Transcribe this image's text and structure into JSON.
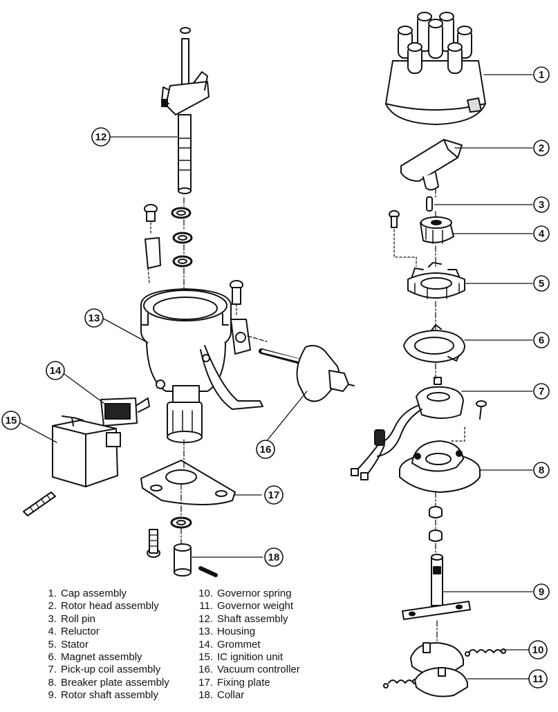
{
  "callouts": [
    "1",
    "2",
    "3",
    "4",
    "5",
    "6",
    "7",
    "8",
    "9",
    "10",
    "11",
    "12",
    "13",
    "14",
    "15",
    "16",
    "17",
    "18"
  ],
  "legend": {
    "left": [
      {
        "num": "1.",
        "label": "Cap assembly"
      },
      {
        "num": "2.",
        "label": "Rotor head assembly"
      },
      {
        "num": "3.",
        "label": "Roll pin"
      },
      {
        "num": "4.",
        "label": "Reluctor"
      },
      {
        "num": "5.",
        "label": "Stator"
      },
      {
        "num": "6.",
        "label": "Magnet assembly"
      },
      {
        "num": "7.",
        "label": "Pick-up coil assembly"
      },
      {
        "num": "8.",
        "label": "Breaker plate assembly"
      },
      {
        "num": "9.",
        "label": "Rotor shaft assembly"
      }
    ],
    "right": [
      {
        "num": "10.",
        "label": "Governor spring"
      },
      {
        "num": "11.",
        "label": "Governor weight"
      },
      {
        "num": "12.",
        "label": "Shaft assembly"
      },
      {
        "num": "13.",
        "label": "Housing"
      },
      {
        "num": "14.",
        "label": "Grommet"
      },
      {
        "num": "15.",
        "label": "IC ignition unit"
      },
      {
        "num": "16.",
        "label": "Vacuum controller"
      },
      {
        "num": "17.",
        "label": "Fixing plate"
      },
      {
        "num": "18.",
        "label": "Collar"
      }
    ]
  }
}
